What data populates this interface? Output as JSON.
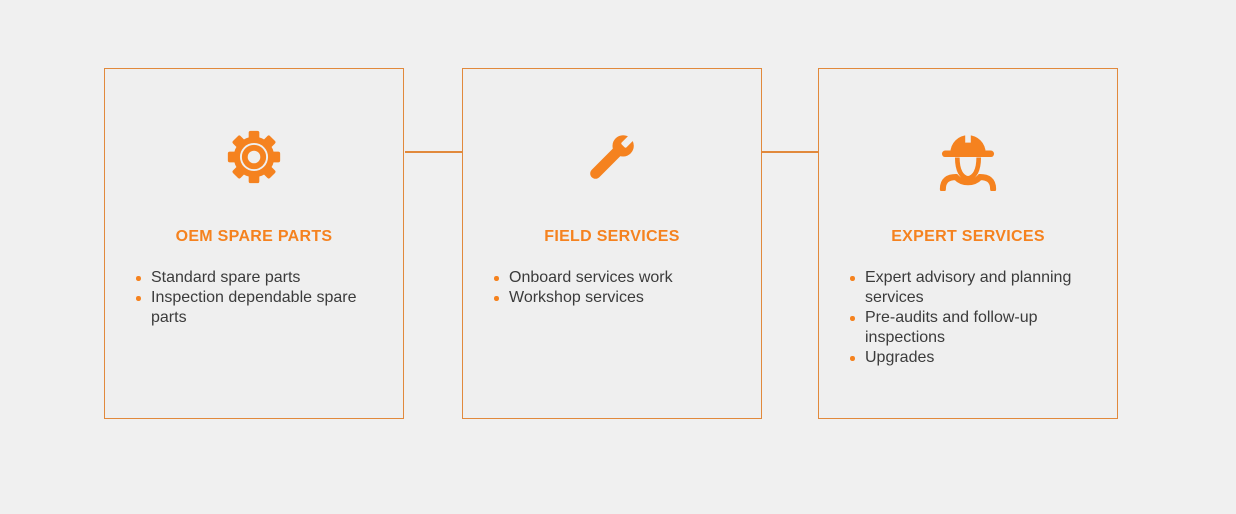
{
  "page": {
    "background_color": "#f0f0f0",
    "card_background_color": "#efefef",
    "accent_color": "#f5821f",
    "border_color": "#e1893c",
    "text_color": "#3b3b3b"
  },
  "cards": [
    {
      "id": "oem-spare-parts",
      "icon": "gear-icon",
      "title": "OEM SPARE PARTS",
      "items": [
        "Standard spare parts",
        "Inspection dependable spare parts"
      ]
    },
    {
      "id": "field-services",
      "icon": "wrench-icon",
      "title": "FIELD SERVICES",
      "items": [
        "Onboard services work",
        "Workshop services"
      ]
    },
    {
      "id": "expert-services",
      "icon": "hard-hat-worker-icon",
      "title": "EXPERT SERVICES",
      "items": [
        "Expert advisory and planning services",
        "Pre-audits and follow-up inspections",
        "Upgrades"
      ]
    }
  ]
}
